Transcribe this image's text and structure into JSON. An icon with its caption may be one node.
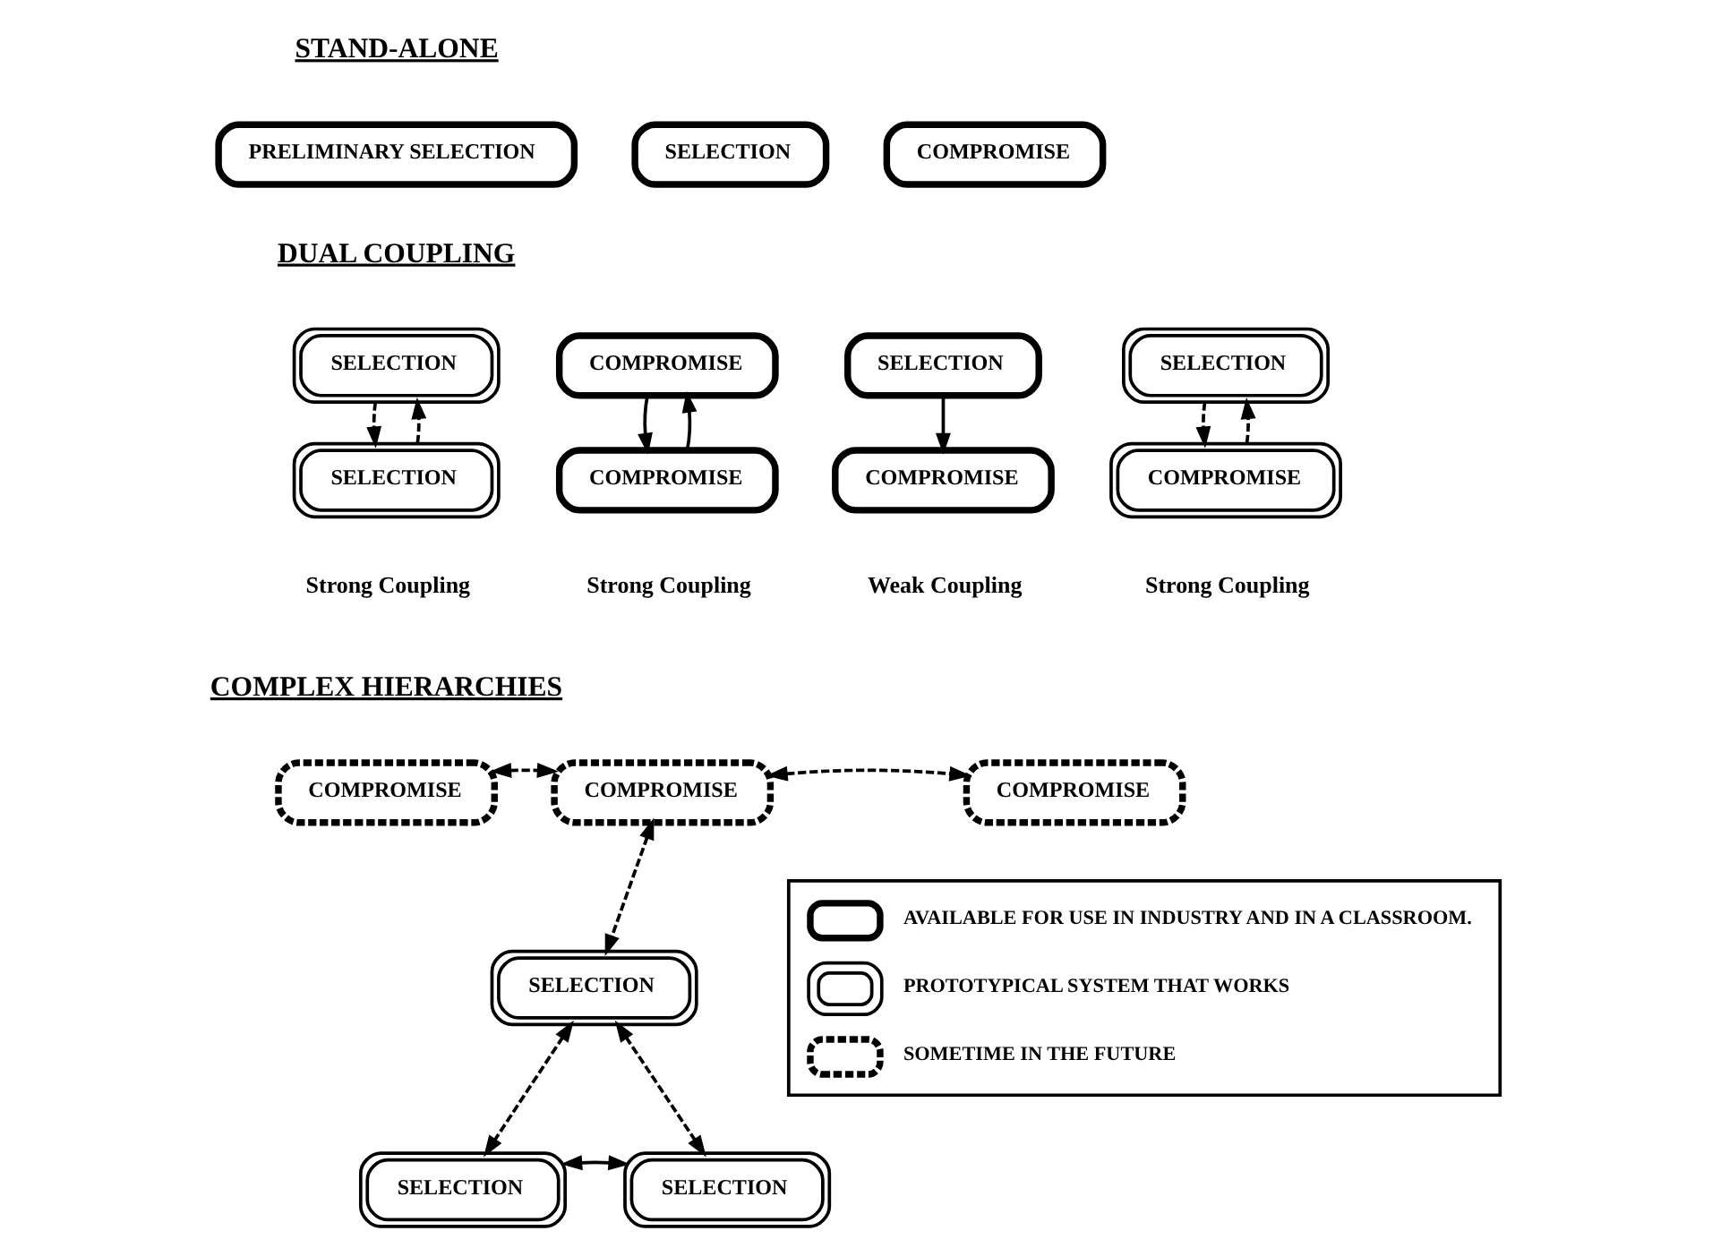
{
  "diagram": {
    "nodes": [
      {
        "text": [
          "PRELIMINARY SELECTION"
        ]
      },
      {
        "text": [
          "SELECTION"
        ]
      },
      {
        "text": [
          "COMPROMISE"
        ]
      },
      {
        "text": [
          "SELECTION"
        ]
      },
      {
        "text": [
          "SELECTION"
        ],
        "beside": [
          "Strong Coupling"
        ]
      },
      {
        "text": [
          "COMPROMISE"
        ]
      },
      {
        "text": [
          "COMPROMISE"
        ],
        "beside": [
          "Strong Coupling"
        ]
      },
      {
        "text": [
          "SELECTION"
        ]
      },
      {
        "text": [
          "COMPROMISE"
        ],
        "beside": [
          "Weak Coupling"
        ]
      },
      {
        "text": [
          "SELECTION"
        ]
      },
      {
        "text": [
          "COMPROMISE"
        ],
        "beside": [
          "Strong Coupling"
        ]
      },
      {
        "text": [
          "COMPROMISE"
        ]
      },
      {
        "text": [
          "COMPROMISE"
        ]
      },
      {
        "text": [
          "COMPROMISE"
        ]
      },
      {
        "text": [
          "SELECTION"
        ]
      },
      {
        "text": [
          "SELECTION"
        ]
      },
      {
        "text": [
          "SELECTION"
        ]
      }
    ],
    "edges": [
      {
        "from": 3,
        "to": 4,
        "arrow": "to",
        "style": "dashed"
      },
      {
        "from": 4,
        "to": 3,
        "arrow": "to",
        "style": "dashed"
      },
      {
        "from": 5,
        "to": 6,
        "arrow": "to"
      },
      {
        "from": 6,
        "to": 5,
        "arrow": "to"
      },
      {
        "from": 7,
        "to": 8,
        "arrow": "to"
      },
      {
        "from": 9,
        "to": 10,
        "arrow": "to",
        "style": "dashed"
      },
      {
        "from": 10,
        "to": 9,
        "arrow": "to",
        "style": "dashed"
      },
      {
        "from": 11,
        "to": 12,
        "arrow": "both",
        "style": "dashed"
      },
      {
        "from": 12,
        "to": 13,
        "arrow": "both",
        "style": "dashed"
      },
      {
        "from": 12,
        "to": 14,
        "arrow": "both",
        "style": "dashed"
      },
      {
        "from": 14,
        "to": 15,
        "arrow": "both",
        "style": "dashed"
      },
      {
        "from": 14,
        "to": 16,
        "arrow": "both",
        "style": "dashed"
      },
      {
        "from": 15,
        "to": 16,
        "arrow": "both"
      }
    ],
    "labels": [
      "STAND-ALONE",
      "DUAL COUPLING",
      "COMPLEX HIERARCHIES"
    ],
    "legend": [
      {
        "text": "AVAILABLE FOR USE IN INDUSTRY AND IN A CLASSROOM."
      },
      {
        "text": "PROTOTYPICAL SYSTEM THAT WORKS"
      },
      {
        "text": "SOMETIME IN THE FUTURE"
      }
    ]
  }
}
